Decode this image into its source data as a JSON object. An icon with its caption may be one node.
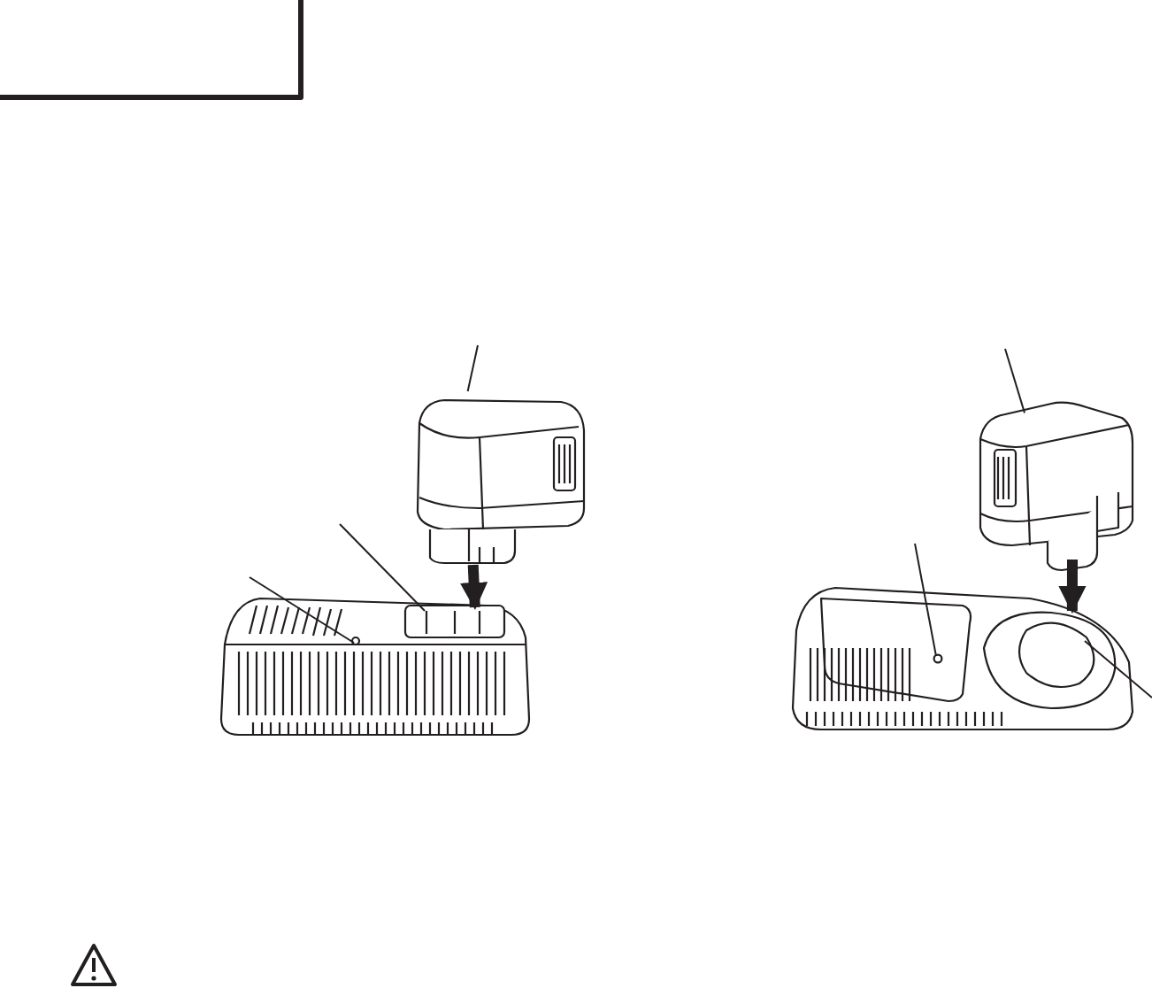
{
  "diagram": {
    "nodes": [
      {
        "text": [],
        "shape": "box"
      },
      {
        "text": [],
        "shape": "picture"
      },
      {
        "text": [],
        "shape": "picture"
      },
      {
        "text": [],
        "shape": "picture"
      },
      {
        "text": [],
        "shape": "picture"
      }
    ],
    "edges": [
      {
        "from": 1,
        "to": 2,
        "arrow": "to",
        "style": "thick"
      },
      {
        "from": 3,
        "to": 4,
        "arrow": "to",
        "style": "thick"
      },
      {
        "from": null,
        "to": 1,
        "arrow": "none"
      },
      {
        "from": null,
        "to": 2,
        "arrow": "none"
      },
      {
        "from": null,
        "to": 2,
        "arrow": "none"
      },
      {
        "from": null,
        "to": 3,
        "arrow": "none"
      },
      {
        "from": null,
        "to": 4,
        "arrow": "none"
      },
      {
        "from": null,
        "to": 4,
        "arrow": "none"
      }
    ]
  }
}
